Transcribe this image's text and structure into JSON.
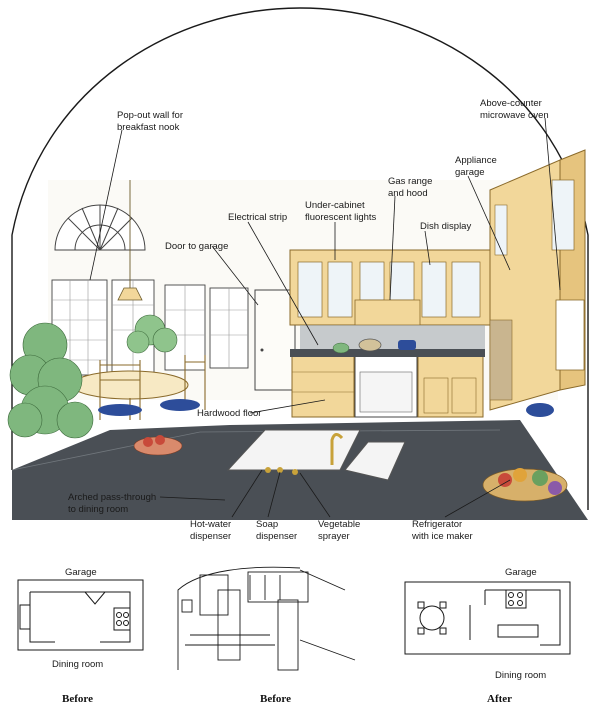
{
  "labels": {
    "popout": [
      "Pop-out wall for",
      "breakfast nook"
    ],
    "microwave": [
      "Above-counter",
      "microwave oven"
    ],
    "garage_appliance": [
      "Appliance",
      "garage"
    ],
    "gas_range": [
      "Gas range",
      "and hood"
    ],
    "dish_display": "Dish display",
    "electrical_strip": "Electrical strip",
    "under_cabinet": [
      "Under-cabinet",
      "fluorescent lights"
    ],
    "door_garage": "Door to garage",
    "hardwood": "Hardwood floor",
    "arched": [
      "Arched pass-through",
      "to dining room"
    ],
    "hot_water": [
      "Hot-water",
      "dispenser"
    ],
    "soap": [
      "Soap",
      "dispenser"
    ],
    "vegetable": [
      "Vegetable",
      "sprayer"
    ],
    "refrigerator": [
      "Refrigerator",
      "with ice maker"
    ]
  },
  "plans": {
    "before_plan": {
      "top": "Garage",
      "bottom": "Dining room",
      "caption": "Before"
    },
    "before_elev": {
      "caption": "Before"
    },
    "after_plan": {
      "top": "Garage",
      "bottom": "Dining room",
      "caption": "After"
    }
  },
  "colors": {
    "cabinet": "#f2d79a",
    "cabinet_dark": "#d9b56a",
    "countertop": "#4a4f55",
    "foliage": "#7fb77e",
    "chair_cushion": "#2d4d9a",
    "line": "#1a1a1a"
  }
}
